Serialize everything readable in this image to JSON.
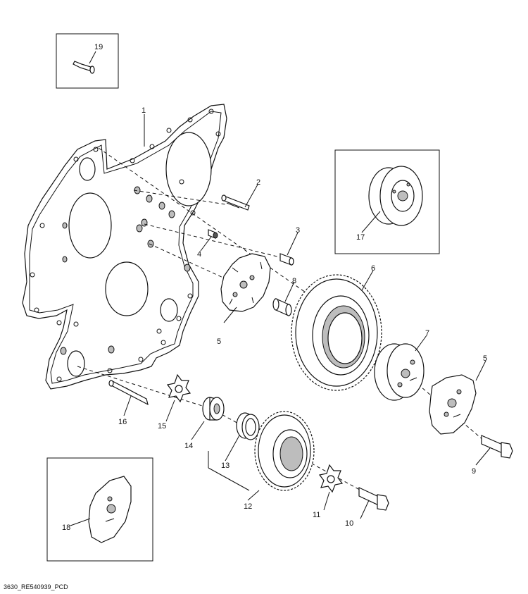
{
  "diagram": {
    "caption": "3630_RE540939_PCD",
    "callouts": {
      "c1": "1",
      "c2": "2",
      "c3": "3",
      "c4": "4",
      "c5a": "5",
      "c5b": "5",
      "c6": "6",
      "c7": "7",
      "c8": "8",
      "c9": "9",
      "c10": "10",
      "c11": "11",
      "c12": "12",
      "c13": "13",
      "c14": "14",
      "c15": "15",
      "c16": "16",
      "c17": "17",
      "c18": "18",
      "c19": "19"
    }
  }
}
